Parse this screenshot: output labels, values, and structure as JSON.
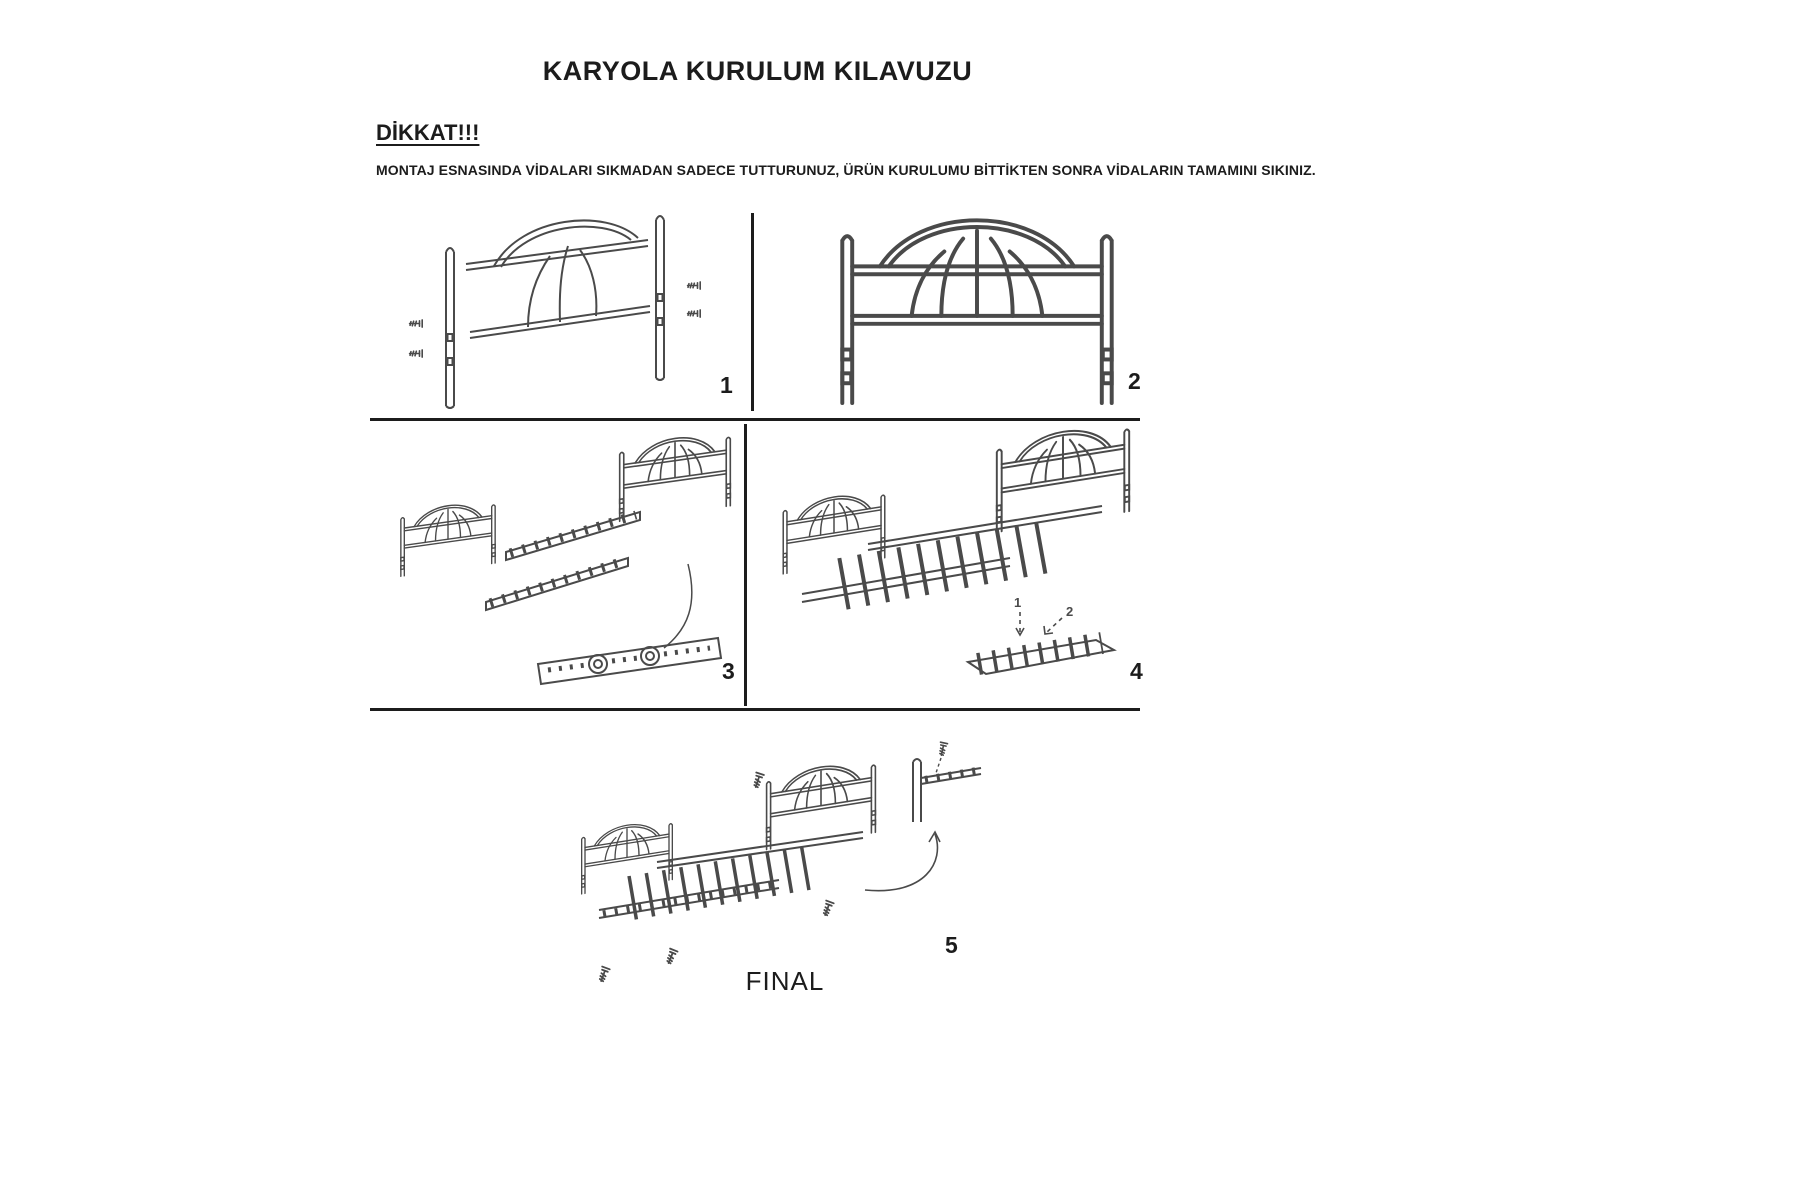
{
  "page": {
    "title": "KARYOLA KURULUM KILAVUZU",
    "warning_heading": "DİKKAT!!!",
    "warning_text": "MONTAJ ESNASINDA VİDALARI SIKMADAN SADECE TUTTURUNUZ, ÜRÜN KURULUMU BİTTİKTEN SONRA VİDALARIN TAMAMINI SIKINIZ.",
    "final_label": "FINAL"
  },
  "steps": [
    {
      "number": "1"
    },
    {
      "number": "2"
    },
    {
      "number": "3"
    },
    {
      "number": "4"
    },
    {
      "number": "5"
    }
  ],
  "step4_detail": {
    "label_1": "1",
    "label_2": "2"
  },
  "colors": {
    "background": "#ffffff",
    "ink": "#1c1c1c",
    "line_art": "#4a4a4a"
  }
}
